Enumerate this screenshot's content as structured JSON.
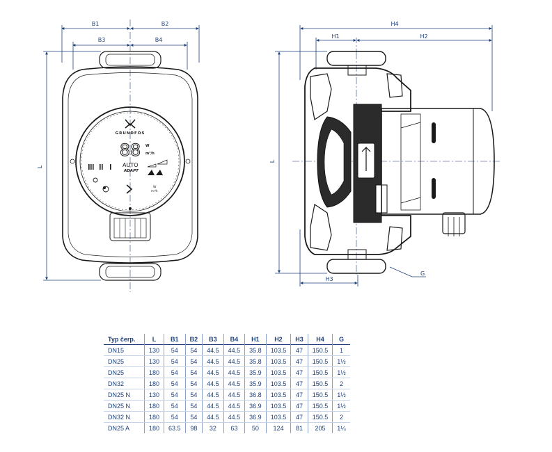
{
  "front_view": {
    "dims": {
      "b1": "B1",
      "b2": "B2",
      "b3": "B3",
      "b4": "B4",
      "l": "L"
    },
    "display": {
      "brand": "GRUNDFOS",
      "digits": "88",
      "unit_w": "W",
      "unit_m3h": "m³/h",
      "auto_line1": "AUTO",
      "auto_line2": "ADAPT",
      "icons": [
        "mode-bars-icon",
        "power-icon",
        "night-mode-icon",
        "select-chevron-icon",
        "unit-toggle-icon",
        "curve-icon"
      ]
    }
  },
  "side_view": {
    "dims": {
      "h1": "H1",
      "h2": "H2",
      "h3": "H3",
      "h4": "H4",
      "l": "L",
      "g": "G"
    }
  },
  "table": {
    "headers": [
      "Typ čerp.",
      "L",
      "B1",
      "B2",
      "B3",
      "B4",
      "H1",
      "H2",
      "H3",
      "H4",
      "G"
    ],
    "rows": [
      [
        "DN15",
        "130",
        "54",
        "54",
        "44.5",
        "44.5",
        "35.8",
        "103.5",
        "47",
        "150.5",
        "1"
      ],
      [
        "DN25",
        "130",
        "54",
        "54",
        "44.5",
        "44.5",
        "35.8",
        "103.5",
        "47",
        "150.5",
        "1½"
      ],
      [
        "DN25",
        "180",
        "54",
        "54",
        "44.5",
        "44.5",
        "35.9",
        "103.5",
        "47",
        "150.5",
        "1½"
      ],
      [
        "DN32",
        "180",
        "54",
        "54",
        "44.5",
        "44.5",
        "35.9",
        "103.5",
        "47",
        "150.5",
        "2"
      ],
      [
        "DN25 N",
        "130",
        "54",
        "54",
        "44.5",
        "44.5",
        "36.8",
        "103.5",
        "47",
        "150.5",
        "1½"
      ],
      [
        "DN25 N",
        "180",
        "54",
        "54",
        "44.5",
        "44.5",
        "36.9",
        "103.5",
        "47",
        "150.5",
        "1½"
      ],
      [
        "DN32 N",
        "180",
        "54",
        "54",
        "44.5",
        "44.5",
        "36.9",
        "103.5",
        "47",
        "150.5",
        "2"
      ],
      [
        "DN25 A",
        "180",
        "63.5",
        "98",
        "32",
        "63",
        "50",
        "124",
        "81",
        "205",
        "1¼"
      ]
    ]
  }
}
